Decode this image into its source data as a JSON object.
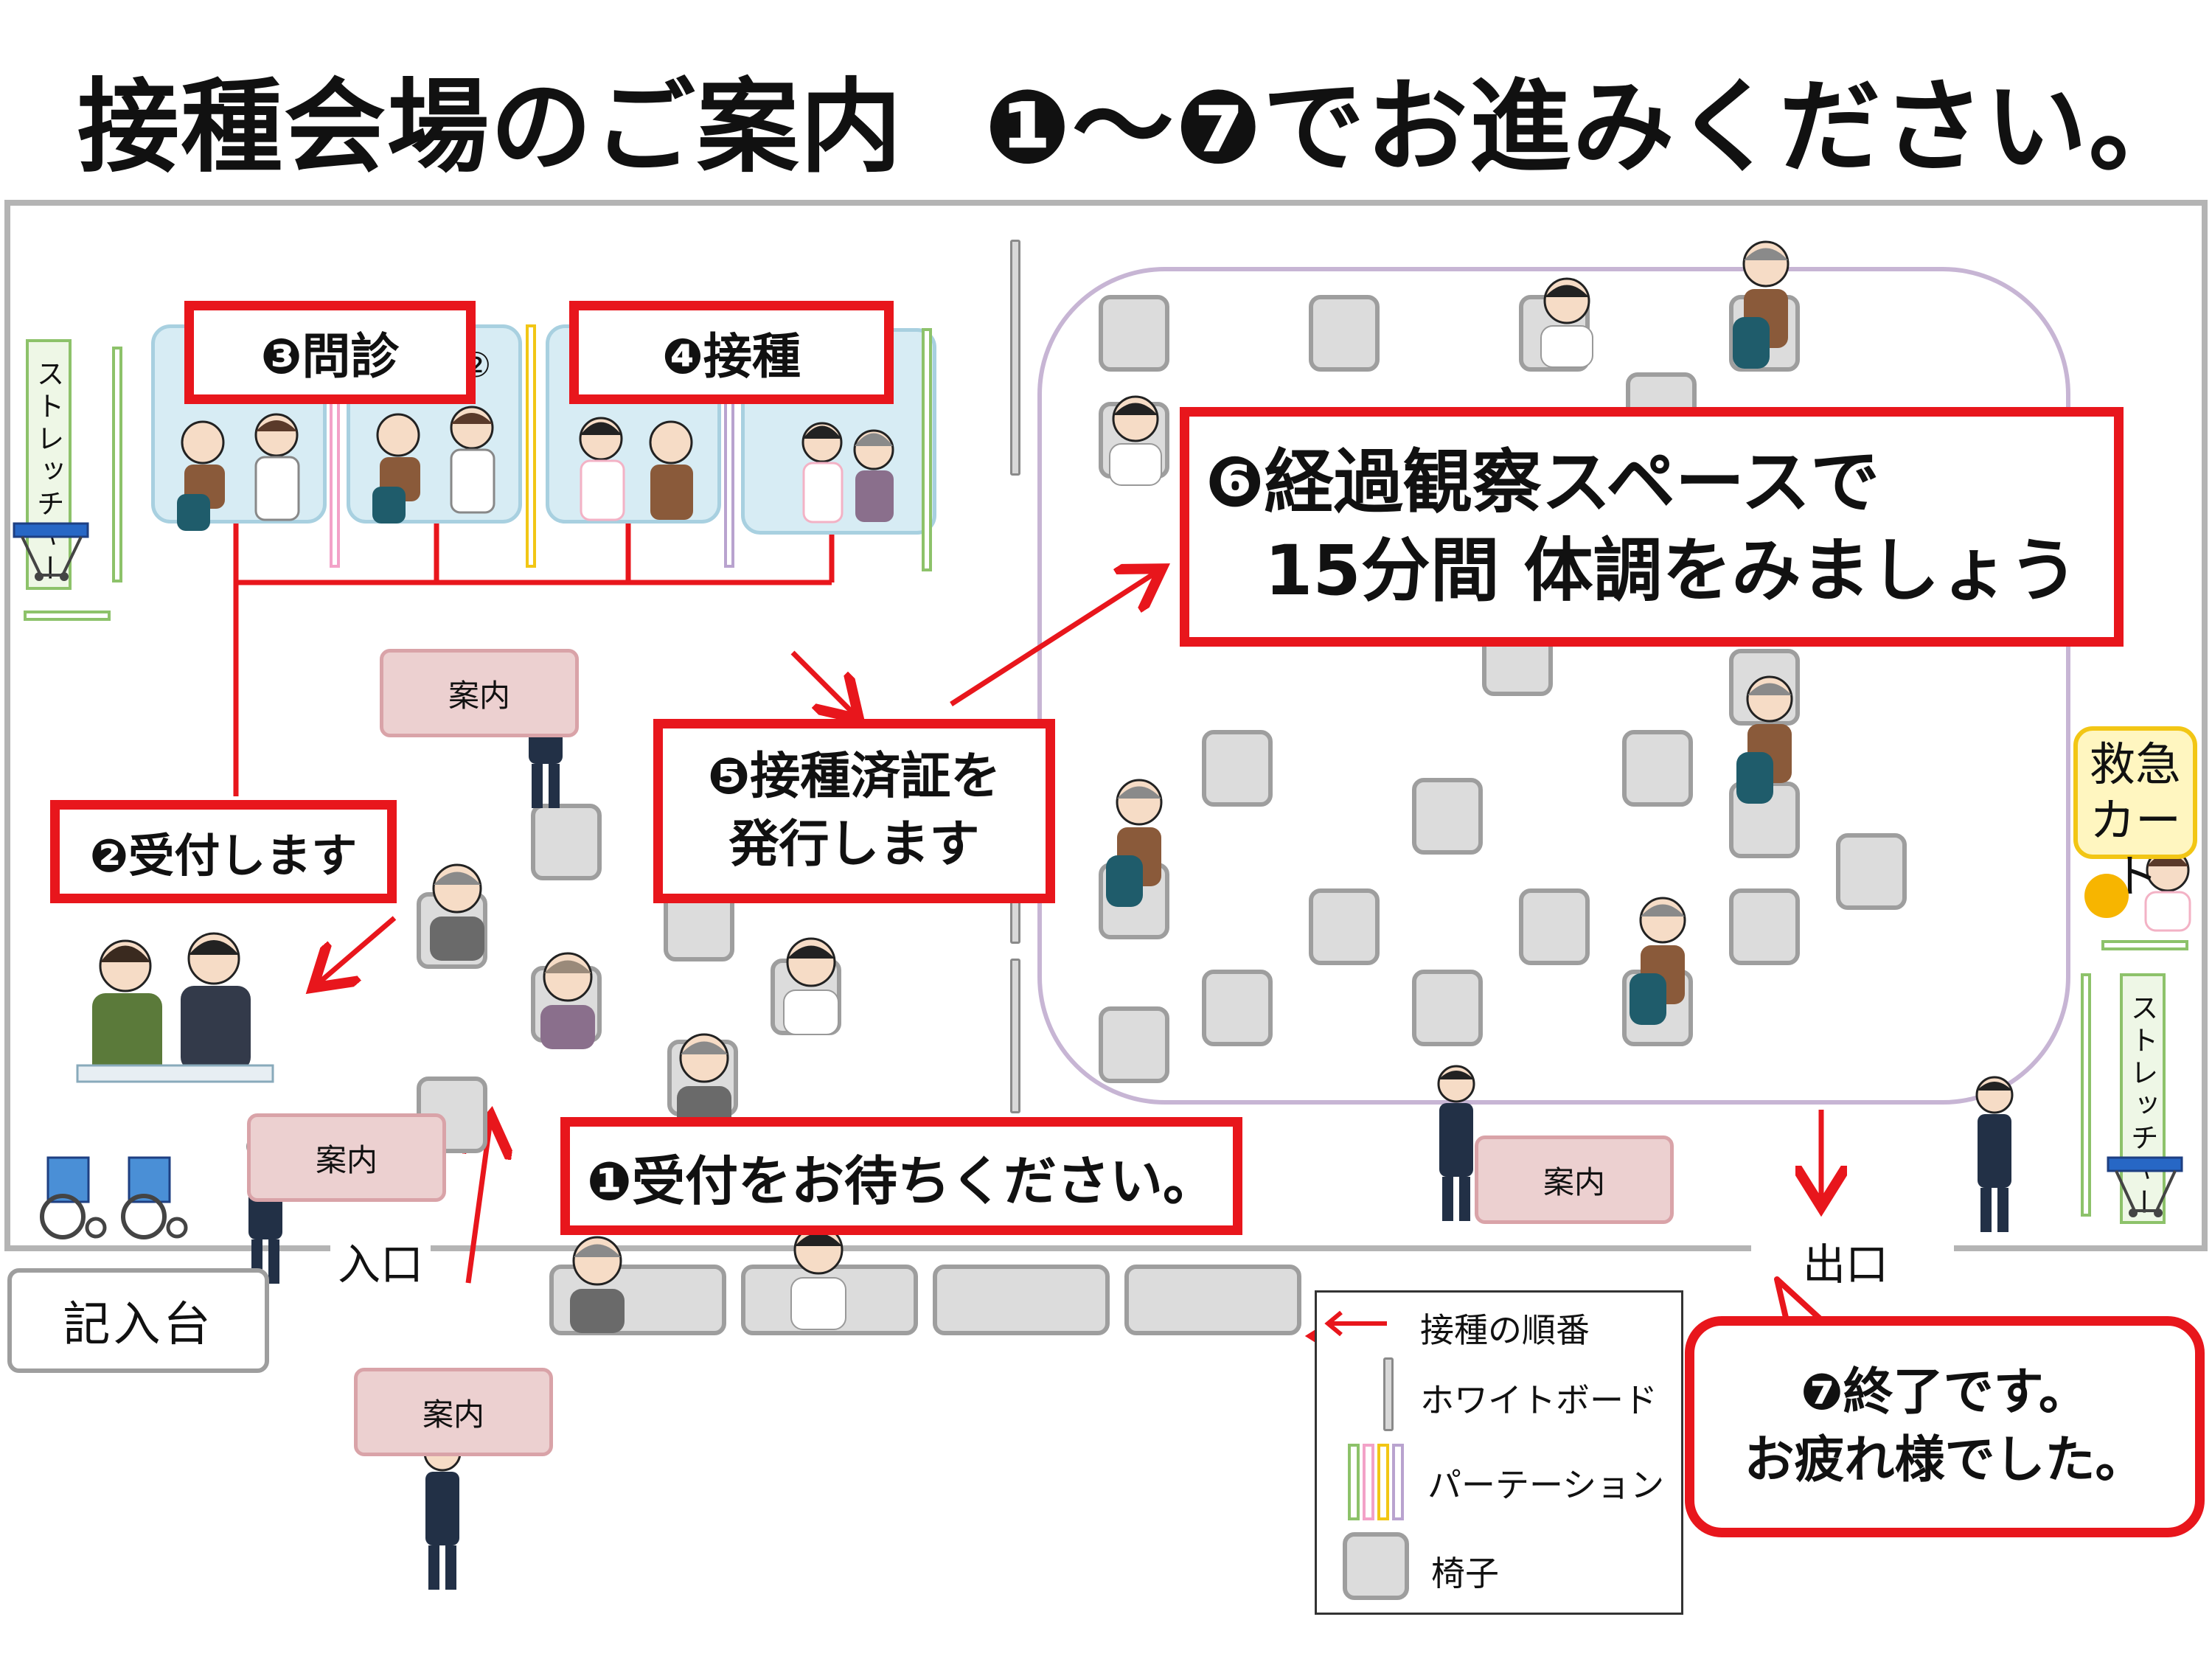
{
  "header": {
    "title": "接種会場のご案内",
    "subtitle": "❶～❼でお進みください。"
  },
  "steps": {
    "step1": "❶受付をお待ちください。",
    "step2": "❷受付します",
    "step3": "❸問診",
    "step4": "❹接種",
    "step5_line1": "❺接種済証を",
    "step5_line2": "発行します",
    "step6_line1": "❻経過観察スペースで",
    "step6_line2": "15分間 体調をみましょう",
    "step7_line1": "❼終了です。",
    "step7_line2": "お疲れ様でした。"
  },
  "labels": {
    "guide": "案内",
    "entrance": "入口",
    "exit": "出口",
    "writing_desk": "記入台",
    "stretcher": "ストレッチャー",
    "emergency_cart": "救急カート",
    "booth_circled_2": "②"
  },
  "legend": {
    "order": "接種の順番",
    "whiteboard": "ホワイトボード",
    "partition": "パーテーション",
    "chair": "椅子"
  },
  "colors": {
    "step_border": "#e8161c",
    "arrow": "#e8161c",
    "guide_fill": "#ecd0d0",
    "booth_fill": "#d7ecf4",
    "observation_border": "#c7b5d4",
    "partition_green": "#8dc26a",
    "partition_pink": "#f3a2c8",
    "partition_yellow": "#f2c615",
    "partition_purple": "#b9a3cf",
    "cart_fill": "#fff6c0"
  }
}
